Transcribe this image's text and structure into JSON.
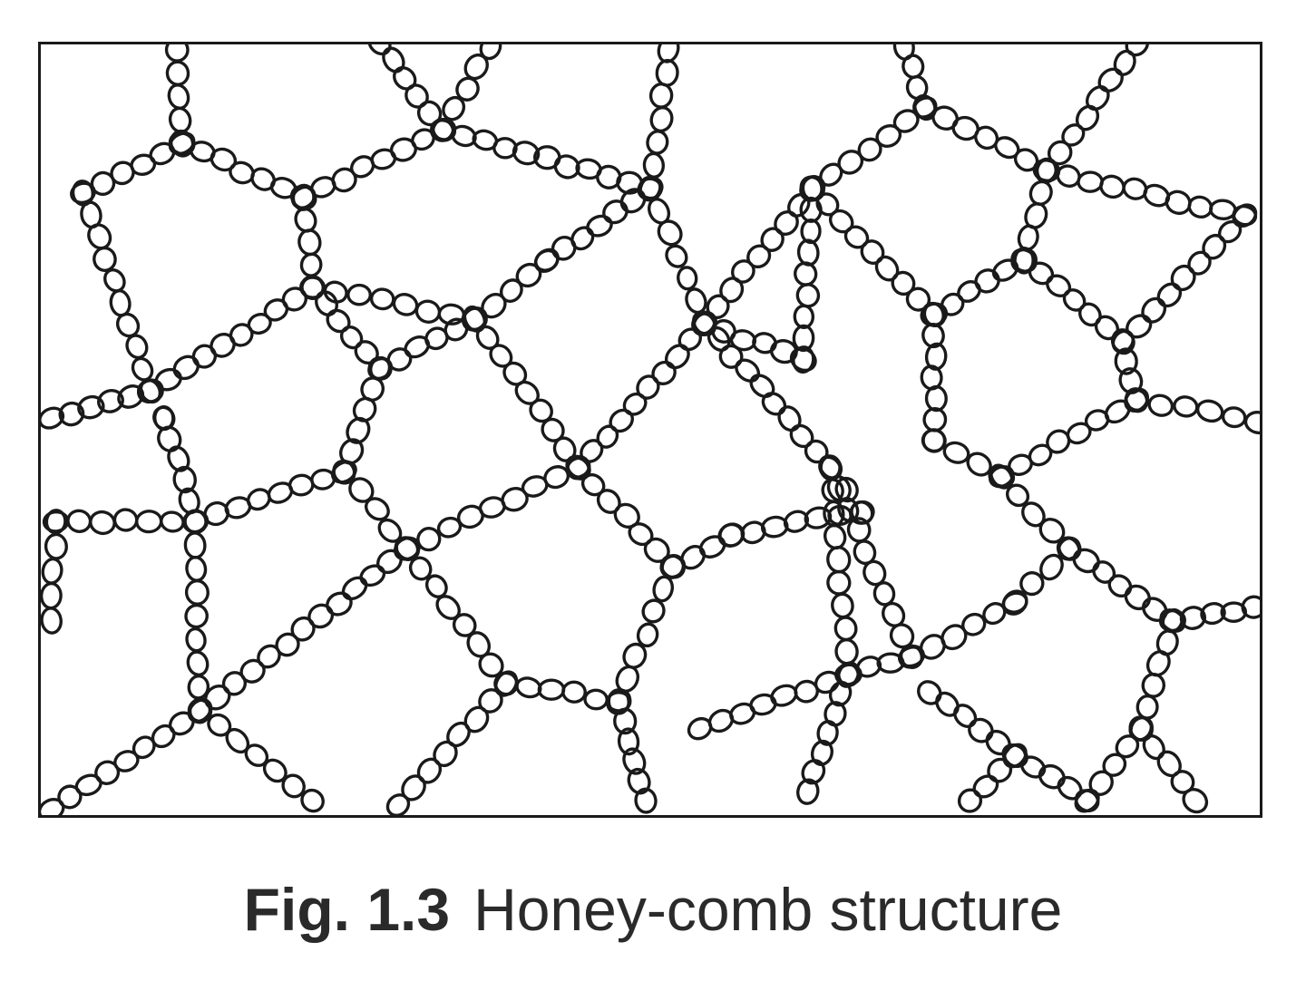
{
  "figure": {
    "label": "Fig. 1.3",
    "title": "Honey-comb structure",
    "ring_color": "#1a1a1a",
    "ring_icon": "bead-ring"
  }
}
